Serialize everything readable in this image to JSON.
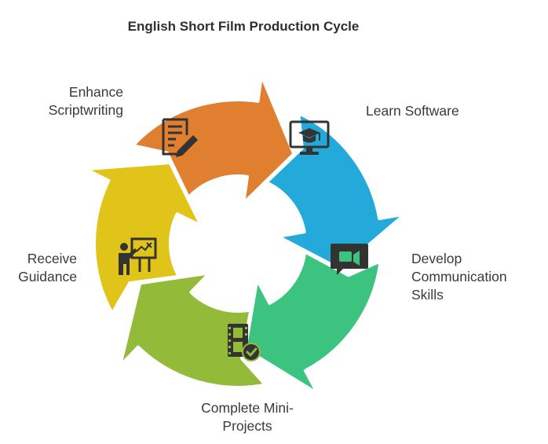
{
  "title": "English Short Film Production Cycle",
  "steps": [
    {
      "label": "Learn Software",
      "color": "#23aadb",
      "icon": "monitor-graduation-cap-icon"
    },
    {
      "label": "Develop\nCommunication\nSkills",
      "color": "#3cc37f",
      "icon": "video-chat-icon"
    },
    {
      "label": "Complete Mini-\nProjects",
      "color": "#93bb39",
      "icon": "film-checkmark-icon"
    },
    {
      "label": "Receive\nGuidance",
      "color": "#e0c41a",
      "icon": "teacher-board-icon"
    },
    {
      "label": "Enhance\nScriptwriting",
      "color": "#e07f2f",
      "icon": "document-pencil-icon"
    }
  ]
}
